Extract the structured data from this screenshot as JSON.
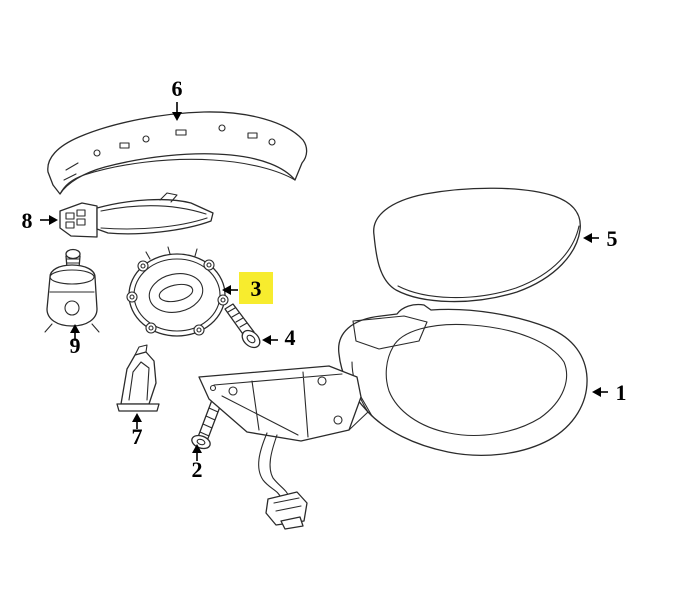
{
  "styles": {
    "background": "#ffffff",
    "line_color": "#2b2b2b",
    "label_color": "#000000",
    "highlight_fill": "#f7ec2e"
  },
  "diagram": {
    "subject": "Exploded parts diagram of a vehicle door mirror assembly",
    "callouts": [
      {
        "number": "1",
        "part": "mirror-assembly",
        "highlighted": false
      },
      {
        "number": "2",
        "part": "lower-bolt",
        "highlighted": false
      },
      {
        "number": "3",
        "part": "motor-mounting-plate",
        "highlighted": true
      },
      {
        "number": "4",
        "part": "mounting-screw",
        "highlighted": false
      },
      {
        "number": "5",
        "part": "mirror-glass",
        "highlighted": false
      },
      {
        "number": "6",
        "part": "mirror-cover-cap",
        "highlighted": false
      },
      {
        "number": "7",
        "part": "support-bracket",
        "highlighted": false
      },
      {
        "number": "8",
        "part": "turn-signal-lamp",
        "highlighted": false
      },
      {
        "number": "9",
        "part": "mirror-motor",
        "highlighted": false
      }
    ]
  }
}
